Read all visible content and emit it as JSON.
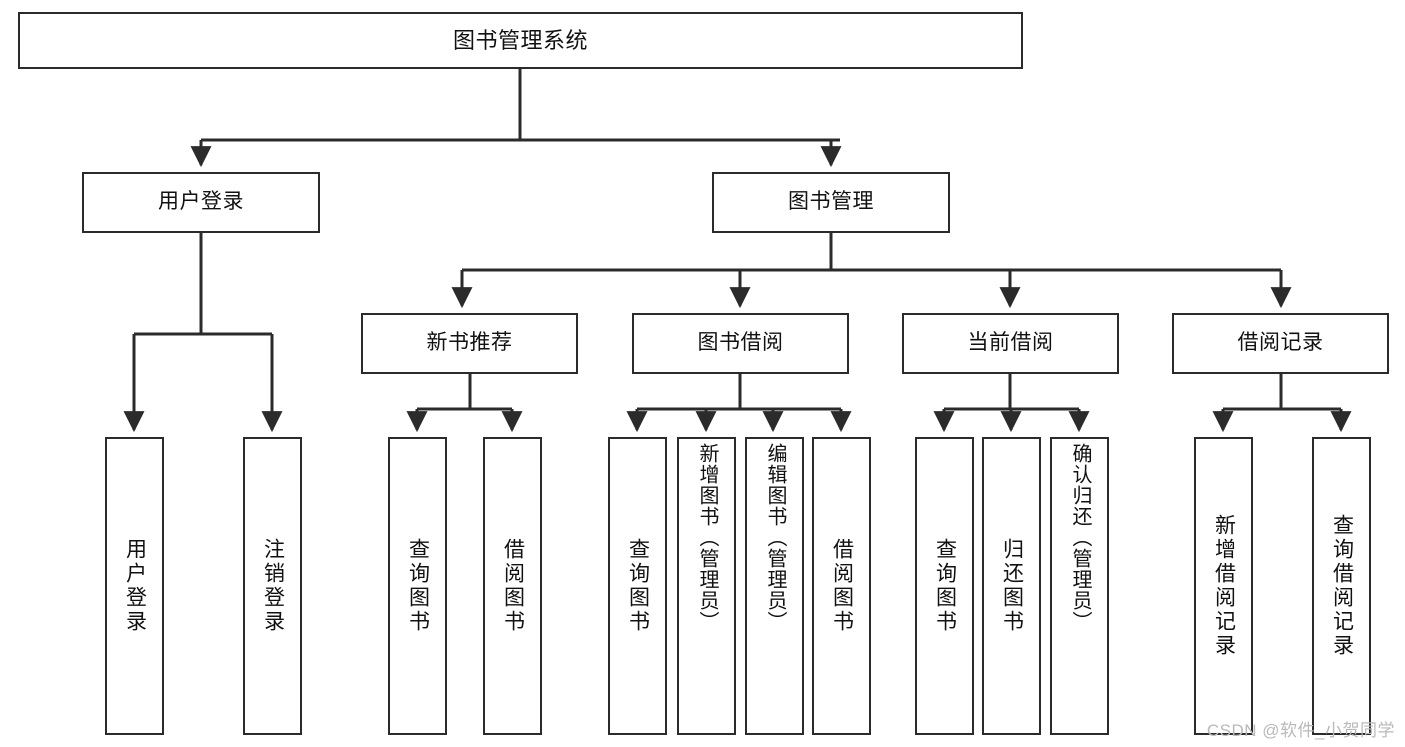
{
  "diagram": {
    "type": "tree-hierarchy-chart",
    "title": "图书管理系统",
    "background": "#ffffff",
    "line_color": "#2b2b2b",
    "text_color": "#111111",
    "root": {
      "label": "图书管理系统"
    },
    "level1": [
      {
        "label": "用户登录"
      },
      {
        "label": "图书管理"
      }
    ],
    "level2": [
      {
        "label": "新书推荐"
      },
      {
        "label": "图书借阅"
      },
      {
        "label": "当前借阅"
      },
      {
        "label": "借阅记录"
      }
    ],
    "leaves": {
      "login": [
        {
          "label": "用户登录"
        },
        {
          "label": "注销登录"
        }
      ],
      "newbook": [
        {
          "label": "查询图书"
        },
        {
          "label": "借阅图书"
        }
      ],
      "borrow": [
        {
          "label": "查询图书"
        },
        {
          "label": "新增图书（管理员）"
        },
        {
          "label": "编辑图书（管理员）"
        },
        {
          "label": "借阅图书"
        }
      ],
      "current": [
        {
          "label": "查询图书"
        },
        {
          "label": "归还图书"
        },
        {
          "label": "确认归还（管理员）"
        }
      ],
      "record": [
        {
          "label": "新增借阅记录"
        },
        {
          "label": "查询借阅记录"
        }
      ]
    }
  },
  "watermark": {
    "text": "CSDN @软件_小贺同学",
    "color": "#b9b9b9"
  }
}
